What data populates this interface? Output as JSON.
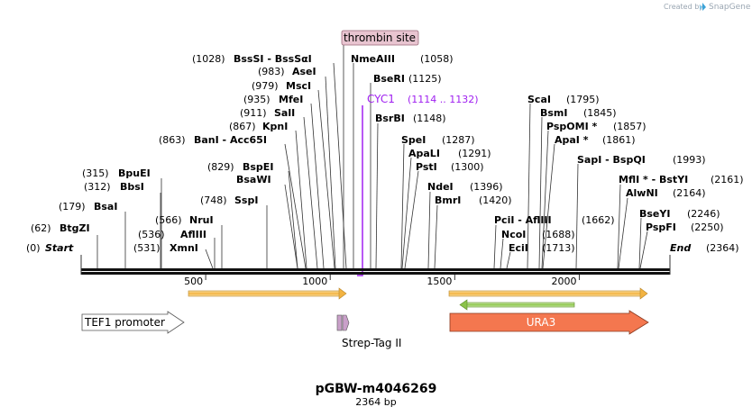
{
  "credit": {
    "prefix": "Created by",
    "brand": "SnapGene"
  },
  "plasmid": {
    "name": "pGBW-m4046269",
    "length": "2364 bp",
    "total_bp": 2364
  },
  "ruler": [
    {
      "bp": 500,
      "label": "500"
    },
    {
      "bp": 1000,
      "label": "1000"
    },
    {
      "bp": 1500,
      "label": "1500"
    },
    {
      "bp": 2000,
      "label": "2000"
    }
  ],
  "sites": [
    {
      "name": "Start",
      "pos": "(0)",
      "bp": 0,
      "terminus": true
    },
    {
      "name": "BtgZI",
      "pos": "(62)",
      "bp": 62
    },
    {
      "name": "BsaI",
      "pos": "(179)",
      "bp": 179
    },
    {
      "name": "BbsI",
      "pos": "(312)",
      "bp": 312
    },
    {
      "name": "BpuEI",
      "pos": "(315)",
      "bp": 315
    },
    {
      "name": "XmnI",
      "pos": "(531)",
      "bp": 531
    },
    {
      "name": "AflIII",
      "pos": "(536)",
      "bp": 536
    },
    {
      "name": "NruI",
      "pos": "(566)",
      "bp": 566
    },
    {
      "name": "SspI",
      "pos": "(748)",
      "bp": 748
    },
    {
      "name": "BsaWI",
      "pos": "",
      "bp": 829
    },
    {
      "name": "BspEI",
      "pos": "(829)",
      "bp": 829
    },
    {
      "name": "BanI  - Acc65I",
      "pos": "(863)",
      "bp": 863
    },
    {
      "name": "KpnI",
      "pos": "(867)",
      "bp": 867
    },
    {
      "name": "SalI",
      "pos": "(911)",
      "bp": 911
    },
    {
      "name": "MfeI",
      "pos": "(935)",
      "bp": 935
    },
    {
      "name": "MscI",
      "pos": "(979)",
      "bp": 979
    },
    {
      "name": "AseI",
      "pos": "(983)",
      "bp": 983
    },
    {
      "name": "BssSI  - BssSαI",
      "pos": "(1028)",
      "bp": 1028
    },
    {
      "name": "NmeAIII",
      "pos": "(1058)",
      "bp": 1058
    },
    {
      "name": "BseRI",
      "pos": "(1125)",
      "bp": 1125
    },
    {
      "name": "BsrBI",
      "pos": "(1148)",
      "bp": 1148
    },
    {
      "name": "SpeI",
      "pos": "(1287)",
      "bp": 1287
    },
    {
      "name": "ApaLI",
      "pos": "(1291)",
      "bp": 1291
    },
    {
      "name": "PstI",
      "pos": "(1300)",
      "bp": 1300
    },
    {
      "name": "NdeI",
      "pos": "(1396)",
      "bp": 1396
    },
    {
      "name": "BmrI",
      "pos": "(1420)",
      "bp": 1420
    },
    {
      "name": "PciI  - AflIII",
      "pos": "(1662)",
      "bp": 1662
    },
    {
      "name": "NcoI",
      "pos": "(1688)",
      "bp": 1688
    },
    {
      "name": "EciI",
      "pos": "(1713)",
      "bp": 1713
    },
    {
      "name": "ScaI",
      "pos": "(1795)",
      "bp": 1795
    },
    {
      "name": "BsmI",
      "pos": "(1845)",
      "bp": 1845
    },
    {
      "name": "PspOMI *",
      "pos": "(1857)",
      "bp": 1857
    },
    {
      "name": "ApaI *",
      "pos": "(1861)",
      "bp": 1861
    },
    {
      "name": "SapI  - BspQI",
      "pos": "(1993)",
      "bp": 1993
    },
    {
      "name": "MflI *  - BstYI",
      "pos": "(2161)",
      "bp": 2161
    },
    {
      "name": "AlwNI",
      "pos": "(2164)",
      "bp": 2164
    },
    {
      "name": "BseYI",
      "pos": "(2246)",
      "bp": 2246
    },
    {
      "name": "PspFI",
      "pos": "(2250)",
      "bp": 2250
    },
    {
      "name": "End",
      "pos": "(2364)",
      "bp": 2364,
      "terminus": true
    }
  ],
  "features": {
    "thrombin": {
      "label": "thrombin site",
      "color": "#e8c4d0"
    },
    "cyc1": {
      "label": "CYC1",
      "range": "(1114 .. 1132)",
      "color": "#a020f0"
    },
    "tef1": {
      "label": "TEF1 promoter",
      "color": "#ffffff"
    },
    "strep": {
      "label": "Strep-Tag II",
      "color": "#c9a0c9"
    },
    "ura3": {
      "label": "URA3",
      "color": "#f4774f"
    },
    "orf_color": "#f2b342",
    "orf_inner_color": "#8bc34a"
  }
}
